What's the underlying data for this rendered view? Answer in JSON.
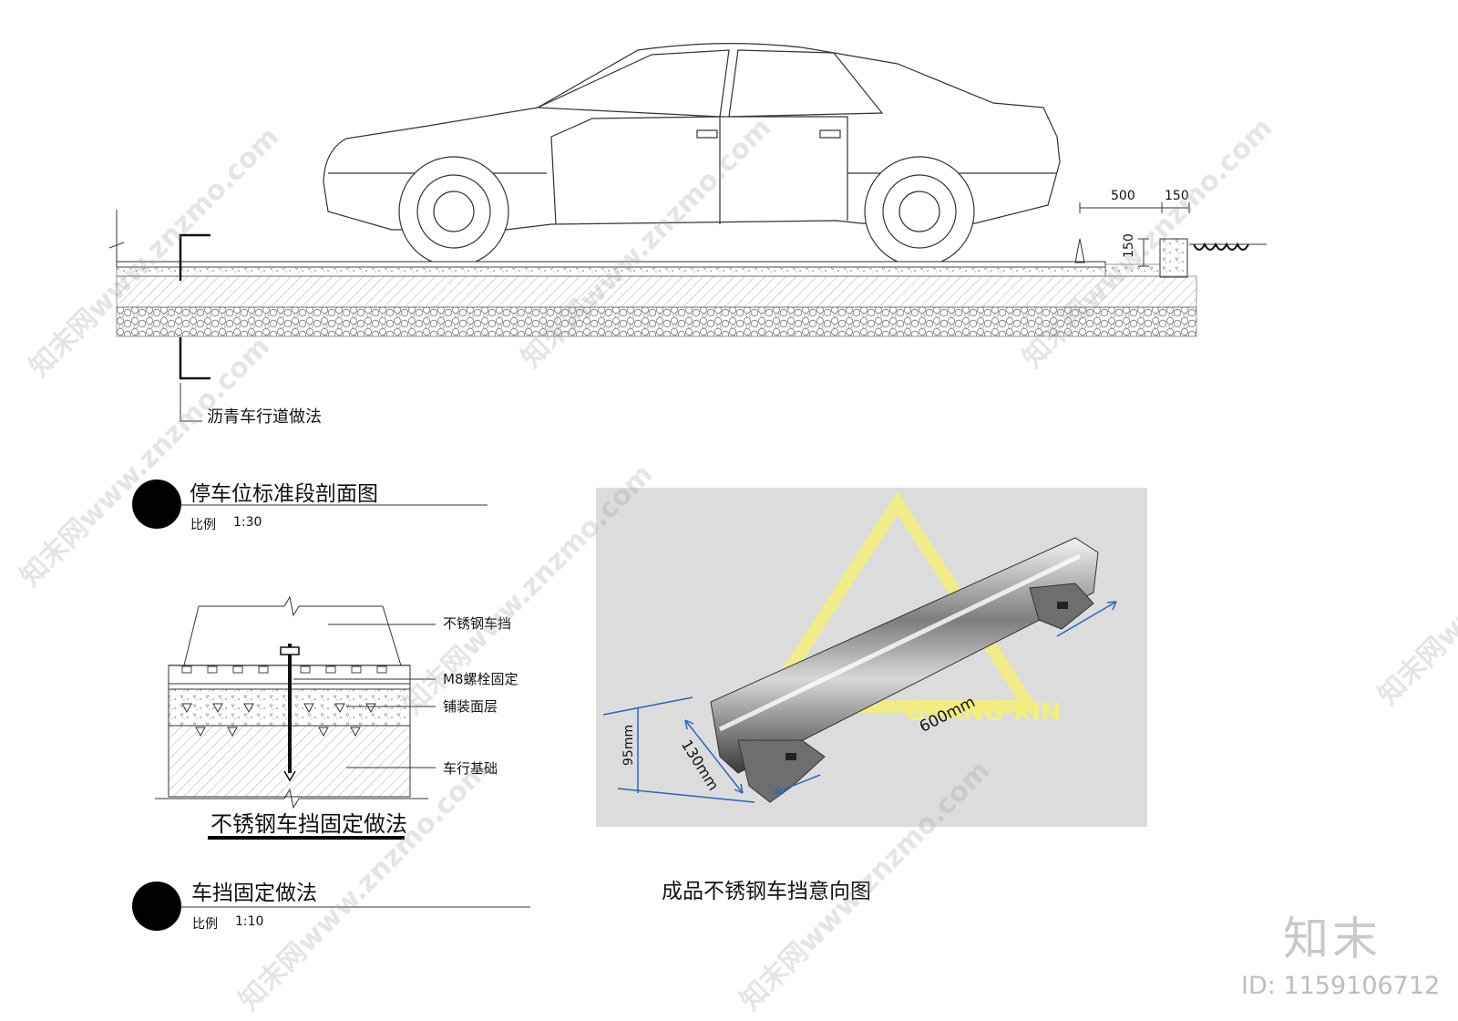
{
  "section": {
    "label": "沥青车行道做法",
    "title": "停车位标准段剖面图",
    "scale_label": "比例",
    "scale_value": "1:30",
    "dims": {
      "d500": "500",
      "d150_top": "150",
      "d150_side": "150"
    }
  },
  "detail": {
    "labels": [
      "不锈钢车挡",
      "M8螺栓固定",
      "铺装面层",
      "车行基础"
    ],
    "caption": "不锈钢车挡固定做法",
    "title": "车挡固定做法",
    "scale_label": "比例",
    "scale_value": "1:10"
  },
  "photo": {
    "dims": {
      "height": "95mm",
      "width": "130mm",
      "length": "600mm"
    },
    "logo_text": "GUANG XIN",
    "caption": "成品不锈钢车挡意向图"
  },
  "watermark": {
    "text": "知末网www.znzmo.com",
    "brand": "知末",
    "id": "ID: 1159106712"
  },
  "colors": {
    "ink": "#111111",
    "photo_bg": "#dcdcdc",
    "logo": "#f2ef7a",
    "arrow": "#2f63b6"
  }
}
